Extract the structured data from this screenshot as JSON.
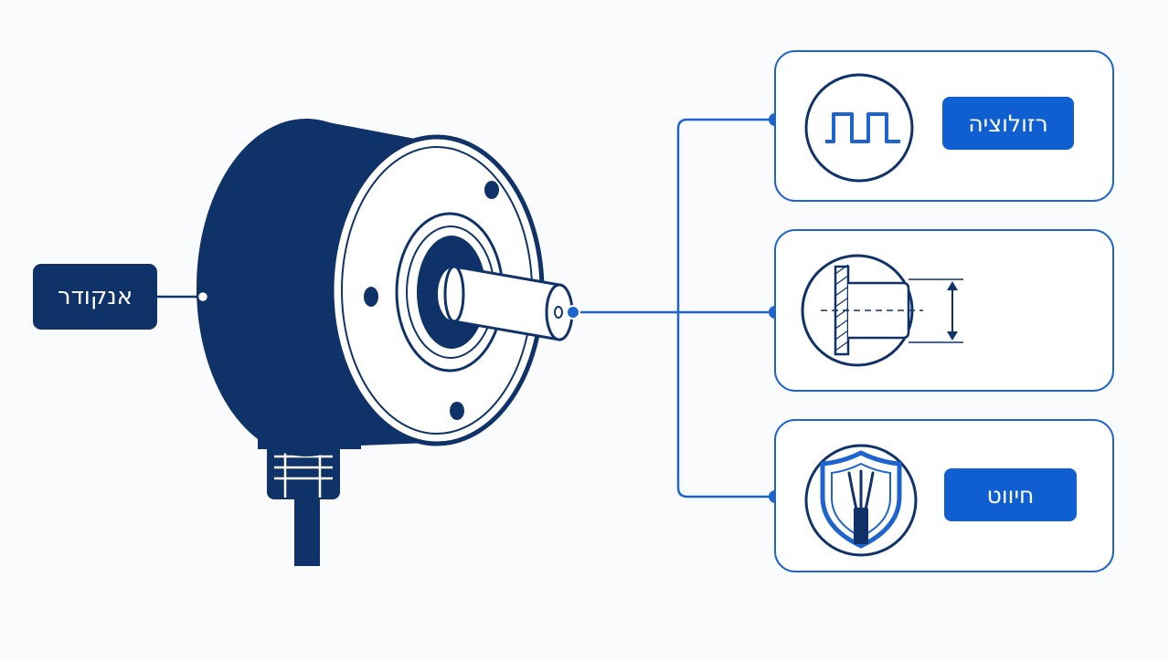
{
  "labels": {
    "encoder": "אנקודר",
    "resolution": "רזולוציה",
    "wiring": "חיווט"
  },
  "icons": {
    "encoder": "rotary-encoder-icon",
    "resolution": "square-wave-pulse-icon",
    "shaft": "shaft-diameter-icon",
    "wiring": "shielded-cable-icon"
  },
  "colors": {
    "navy": "#0f3368",
    "accent": "#0f5fd1",
    "line": "#1d64cf",
    "background": "#fafbfd"
  }
}
